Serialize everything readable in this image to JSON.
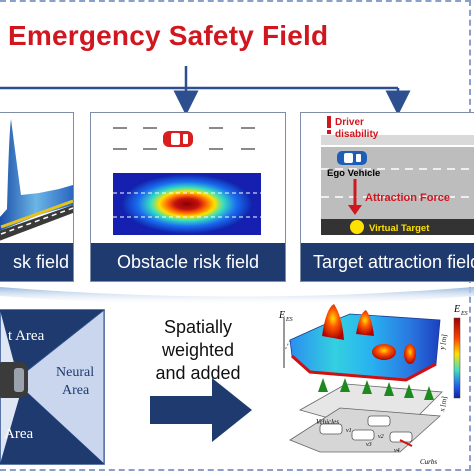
{
  "title": "Emergency Safety Field",
  "panels": [
    {
      "caption": "sk field"
    },
    {
      "caption": "Obstacle risk field"
    },
    {
      "caption": "Target attraction field"
    }
  ],
  "target_panel": {
    "driver_disability": "Driver\ndisability",
    "driver_disability_l1": "Driver",
    "driver_disability_l2": "disability",
    "ego_vehicle": "Ego Vehicle",
    "attraction_force": "Attraction Force",
    "virtual_target": "Virtual Target"
  },
  "attention": {
    "left_area": "t Area",
    "neural_area_l1": "Neural",
    "neural_area_l2": "Area",
    "bottom_area": "Area"
  },
  "process_text": {
    "line1": "Spatially",
    "line2": "weighted",
    "line3": "and added"
  },
  "plot3d": {
    "z_label": "E",
    "z_sub": "ES",
    "z_label2": "E",
    "z_sub2": "ES",
    "y_label": "y [m]",
    "x_label": "x [m]",
    "vehicles_label": "Vehicles",
    "curbs_label": "Curbs",
    "v1": "v1",
    "v2": "v2",
    "v3": "v3",
    "v4": "v4"
  },
  "colors": {
    "title_red": "#d0171f",
    "caption_navy": "#1f3a6e",
    "arrow_navy": "#1f3a6e",
    "connector_blue": "#2e4f8f"
  }
}
